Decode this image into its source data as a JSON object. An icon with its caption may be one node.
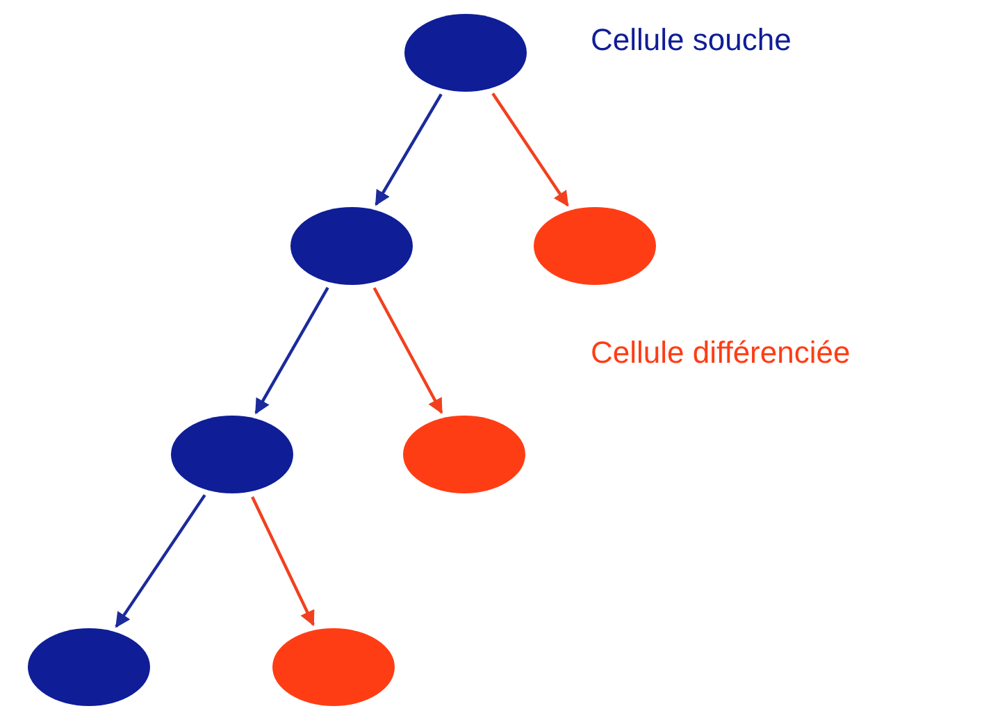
{
  "diagram": {
    "nodes": [
      {
        "text": [],
        "shape": "ellipse"
      },
      {
        "text": [],
        "shape": "ellipse"
      },
      {
        "text": [],
        "shape": "ellipse"
      },
      {
        "text": [],
        "shape": "ellipse"
      },
      {
        "text": [],
        "shape": "ellipse"
      },
      {
        "text": [],
        "shape": "ellipse"
      },
      {
        "text": [],
        "shape": "ellipse"
      }
    ],
    "edges": [
      {
        "from": 0,
        "to": 1,
        "arrow": "to",
        "color": "#1b2a9c"
      },
      {
        "from": 0,
        "to": 2,
        "arrow": "to",
        "color": "#f2401e"
      },
      {
        "from": 1,
        "to": 3,
        "arrow": "to",
        "color": "#1b2a9c"
      },
      {
        "from": 1,
        "to": 4,
        "arrow": "to",
        "color": "#f2401e"
      },
      {
        "from": 3,
        "to": 5,
        "arrow": "to",
        "color": "#1b2a9c"
      },
      {
        "from": 3,
        "to": 6,
        "arrow": "to",
        "color": "#f2401e"
      }
    ],
    "labels": [
      "Cellule souche",
      "Cellule différenciée"
    ]
  }
}
